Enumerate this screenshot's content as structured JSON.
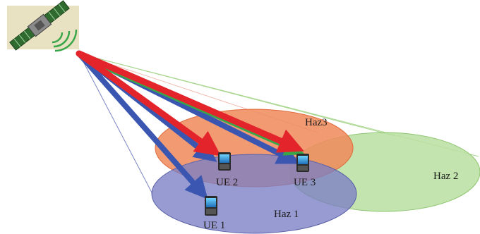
{
  "labels": {
    "beam3": "Haz3",
    "beam2": "Haz 2",
    "beam1": "Haz 1",
    "ue1": "UE 1",
    "ue2": "UE 2",
    "ue3": "UE 3"
  },
  "icons": {
    "satellite": "satellite-icon",
    "phone": "mobile-phone-icon"
  },
  "colors": {
    "beam1_fill": "#7b7fc4",
    "beam2_fill": "#b9dfa0",
    "beam3_fill": "#f08a5a",
    "red_arrow": "#e3242b",
    "blue_arrow": "#3a56b0",
    "green_arrow": "#3aa64a"
  }
}
